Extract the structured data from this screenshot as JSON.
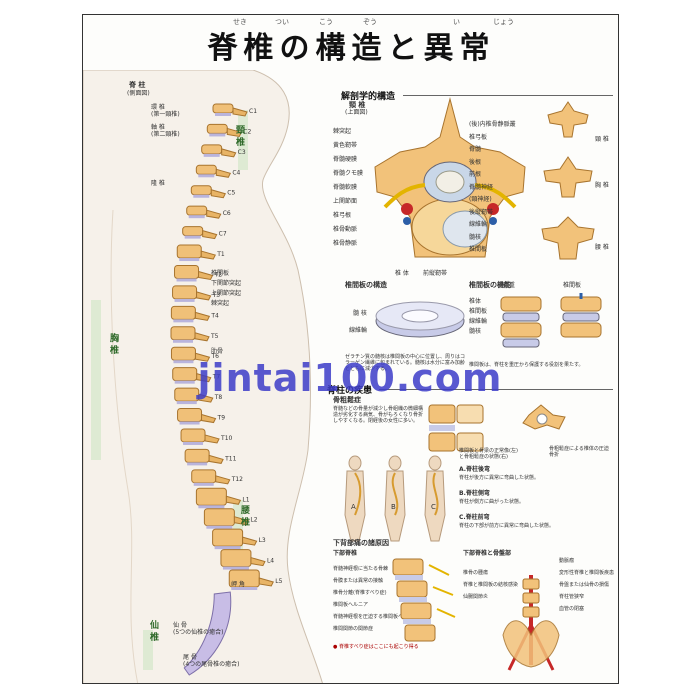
{
  "poster": {
    "title": "脊椎の構造と異常",
    "title_ruby": [
      "せき",
      "つい",
      "こう",
      "ぞう",
      "い",
      "じょう"
    ],
    "spine_side": {
      "heading": "脊 柱",
      "subheading": "(側面図)",
      "region_cervical": "頸 椎",
      "region_thoracic": "胸 椎",
      "region_lumbar": "腰 椎",
      "region_sacral": "仙 椎",
      "labels": [
        "環 椎\n(第一頸椎)",
        "軸 椎\n(第二頸椎)",
        "隆 椎",
        "椎間板",
        "下関節突起",
        "上関節突起",
        "棘突起",
        "肋骨",
        "岬 角",
        "仙 骨\n(5つの仙椎の癒合)",
        "尾 骨\n(4つの尾骨椎の癒合)"
      ],
      "vertebra_ids": [
        "C1",
        "C2",
        "C3",
        "C4",
        "C5",
        "C6",
        "C7",
        "T1",
        "T2",
        "T3",
        "T4",
        "T5",
        "T6",
        "T7",
        "T8",
        "T9",
        "T10",
        "T11",
        "T12",
        "L1",
        "L2",
        "L3",
        "L4",
        "L5"
      ]
    },
    "anatomy": {
      "heading": "解剖学的構造",
      "sub1": "頸 椎",
      "sub2": "(上面図)",
      "labels_left": [
        "棘突起",
        "黄色靭帯",
        "脊髄硬膜",
        "脊髄クモ膜",
        "脊髄軟膜",
        "上関節面",
        "椎弓根",
        "椎骨動脈",
        "椎骨静脈"
      ],
      "labels_right": [
        "(後)内椎骨静脈叢",
        "椎弓板",
        "脊髄",
        "後根",
        "前根",
        "脊髄神経\n(頸神経)",
        "後縦靭帯",
        "線維輪",
        "髄核",
        "椎間板"
      ],
      "labels_bottom": [
        "椎 体",
        "前縦靭帯"
      ],
      "small_views": [
        "頸 椎",
        "胸 椎",
        "腰 椎"
      ]
    },
    "disc": {
      "heading": "椎間板の構造",
      "labels": [
        "髄 核",
        "線維輪"
      ],
      "heading2": "椎間板の機能",
      "labels2": [
        "椎体",
        "椎間板",
        "線維輪",
        "髄核",
        "荷重",
        "椎間板"
      ],
      "caption": "ゼラチン質の髄核は椎間板の中心に位置し、周りはコラーゲン繊維に包まれている。髄核は水分に富み加齢とともに減少する。",
      "caption2": "椎間板は、脊柱を重圧から保護する役割を果たす。"
    },
    "disorders": {
      "heading": "脊柱の疾患",
      "sub": "骨粗鬆症",
      "text": "脊髄などの骨量が減少し骨組織の微細構造が劣化する病気、骨がもろくなり骨折しやすくなる。閉経後の女性に多い。",
      "caption1": "椎間板と骨梁の正常像(左)と骨粗鬆症の状態(右)",
      "caption2": "骨粗鬆症による椎体の圧迫骨折",
      "figure_letters": [
        "A",
        "B",
        "C"
      ],
      "curves": [
        {
          "name": "A.脊柱後弯",
          "desc": "脊柱が後方に異常に弯曲した状態。"
        },
        {
          "name": "B.脊柱側弯",
          "desc": "脊柱が側方に曲がった状態。"
        },
        {
          "name": "C.脊柱前弯",
          "desc": "脊柱の下部が前方に異常に弯曲した状態。"
        }
      ]
    },
    "lowback": {
      "heading": "下背部痛の諸原因",
      "sub_left": "下部脊椎",
      "labels_left": [
        "脊髄神経根に当たる骨棘",
        "骨膜または異常の接触",
        "椎骨分離(脊椎すべり症)",
        "椎間板ヘルニア",
        "脊髄神経根を圧迫する椎間板ヘルニア",
        "椎間関節の関節症"
      ],
      "sub_right": "下部脊椎と骨盤部",
      "labels_right": [
        "椎骨の腫瘍",
        "脊椎と椎間板の結核感染",
        "仙腸関節炎",
        "動脈瘤",
        "変形性脊椎と椎間板疾患",
        "骨盤または仙骨の損傷",
        "脊柱管狭窄",
        "血管の閉塞"
      ],
      "note": "● 脊椎すべり症はここにも起こり得る"
    },
    "watermark": "jintai100.com"
  }
}
